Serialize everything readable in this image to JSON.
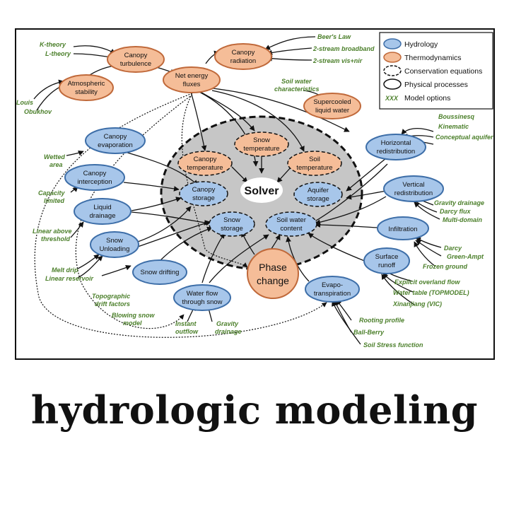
{
  "colors": {
    "hydrology_fill": "#a7c6ea",
    "hydrology_stroke": "#3d6ea8",
    "thermo_fill": "#f5bd98",
    "thermo_stroke": "#c0693a",
    "option_text": "#4b7f2a",
    "core_fill": "#c6c6c6"
  },
  "legend": {
    "hydrology": "Hydrology",
    "thermodynamics": "Thermodynamics",
    "conservation": "Conservation equations",
    "physical": "Physical processes",
    "options_symbol": "XXX",
    "options": "Model options"
  },
  "nodes": {
    "canopy_turbulence": [
      "Canopy",
      "turbulence"
    ],
    "canopy_radiation": [
      "Canopy",
      "radiation"
    ],
    "atmospheric_stability": [
      "Atmospheric",
      "stability"
    ],
    "net_energy_fluxes": [
      "Net energy",
      "fluxes"
    ],
    "supercooled_liquid_water": [
      "Supercooled",
      "liquid water"
    ],
    "canopy_evaporation": [
      "Canopy",
      "evaporation"
    ],
    "canopy_interception": [
      "Canopy",
      "interception"
    ],
    "liquid_drainage": [
      "Liquid",
      "drainage"
    ],
    "snow_unloading": [
      "Snow",
      "Unloading"
    ],
    "snow_drifting": [
      "Snow drifting"
    ],
    "water_flow_through_snow": [
      "Water flow",
      "through snow"
    ],
    "phase_change": [
      "Phase",
      "change"
    ],
    "evapotranspiration": [
      "Evapo-",
      "transpiration"
    ],
    "surface_runoff": [
      "Surface",
      "runoff"
    ],
    "infiltration": [
      "Infiltration"
    ],
    "vertical_redistribution": [
      "Vertical",
      "redistribution"
    ],
    "horizontal_redistribution": [
      "Horizontal",
      "redistribution"
    ],
    "snow_temperature": [
      "Snow",
      "temperature"
    ],
    "canopy_temperature": [
      "Canopy",
      "temperature"
    ],
    "soil_temperature": [
      "Soil",
      "temperature"
    ],
    "canopy_storage": [
      "Canopy",
      "storage"
    ],
    "aquifer_storage": [
      "Aquifer",
      "storage"
    ],
    "snow_storage": [
      "Snow",
      "storage"
    ],
    "soil_water_content": [
      "Soil water",
      "content"
    ],
    "solver": "Solver"
  },
  "options": {
    "k_theory": "K-theory",
    "l_theory": "L-theory",
    "louis": "Louis",
    "obukhov": "Obukhov",
    "beers_law": "Beer's Law",
    "two_stream_broadband": "2-stream broadband",
    "two_stream_visnir": "2-stream vis+nir",
    "soil_water_characteristics": [
      "Soil water",
      "characteristics"
    ],
    "wetted_area": [
      "Wetted",
      "area"
    ],
    "capacity_limited": [
      "Capacity",
      "limited"
    ],
    "linear_above_threshold": [
      "Linear above",
      "threshold"
    ],
    "melt_drip": "Melt drip",
    "linear_reservoir": "Linear reservoir",
    "topographic_drift_factors": [
      "Topographic",
      "drift factors"
    ],
    "blowing_snow_model": [
      "Blowing snow",
      "model"
    ],
    "instant_outflow": [
      "Instant",
      "outflow"
    ],
    "gravity_drainage": [
      "Gravity",
      "drainage"
    ],
    "boussinesq": "Boussinesq",
    "kinematic": "Kinematic",
    "conceptual_aquifer": "Conceptual aquifer",
    "vertical_gravity_drainage": "Gravity  drainage",
    "darcy_flux": "Darcy flux",
    "multi_domain": "Multi-domain",
    "darcy": "Darcy",
    "green_ampt": "Green-Ampt",
    "frozen_ground": "Frozen ground",
    "explicit_overland_flow": "Explicit overland flow",
    "water_table_topmodel": "Water table (TOPMODEL)",
    "xinanjiang_vic": "Xinanjiang (VIC)",
    "rooting_profile": "Rooting profile",
    "ball_berry": "Ball-Berry",
    "soil_stress_function": "Soil Stress function"
  },
  "caption": "hydrologic modeling"
}
